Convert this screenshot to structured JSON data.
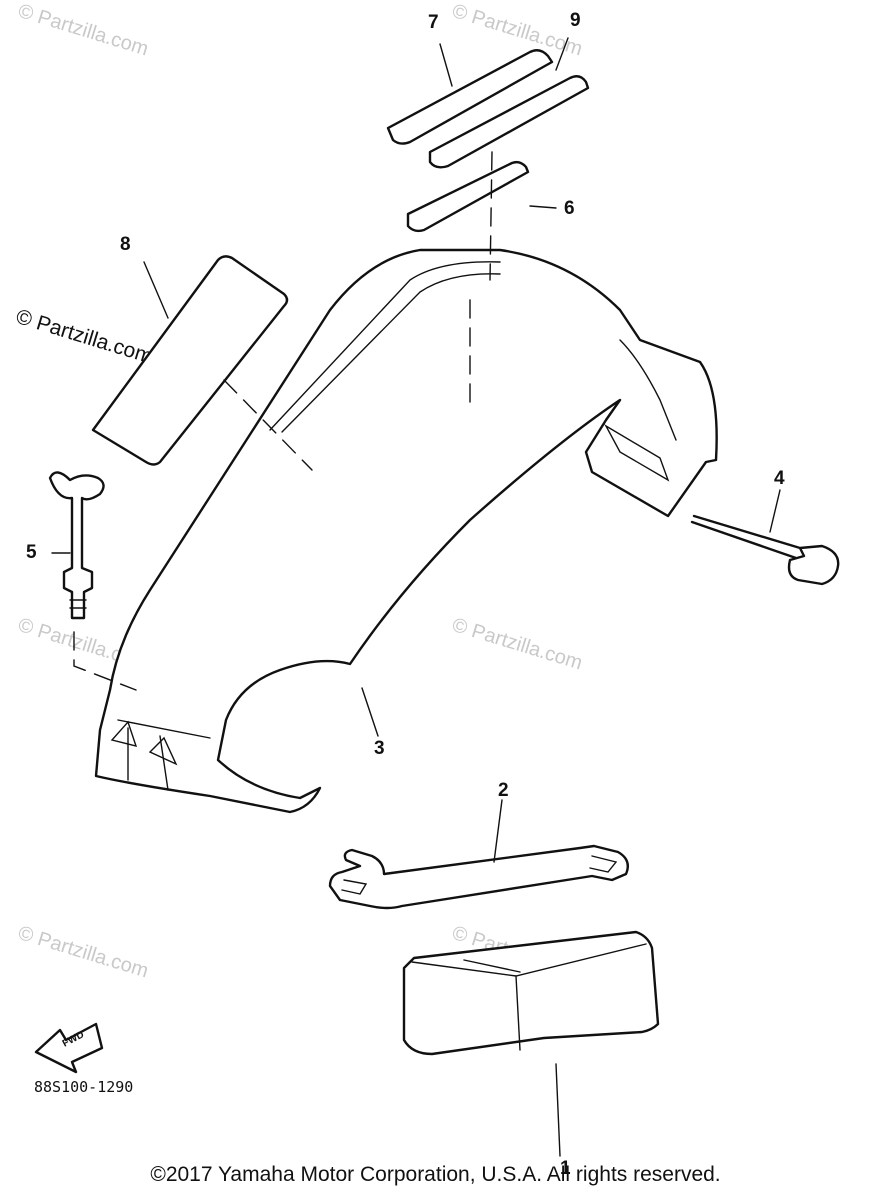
{
  "diagram": {
    "callouts": [
      "7",
      "9",
      "6",
      "8",
      "5",
      "4",
      "3",
      "2",
      "1"
    ],
    "fwd_label": "FWD",
    "drawing_code": "88S100-1290"
  },
  "watermark": {
    "text": "© Partzilla.com"
  },
  "footer": {
    "copyright": "©2017 Yamaha Motor Corporation, U.S.A. All rights reserved."
  }
}
